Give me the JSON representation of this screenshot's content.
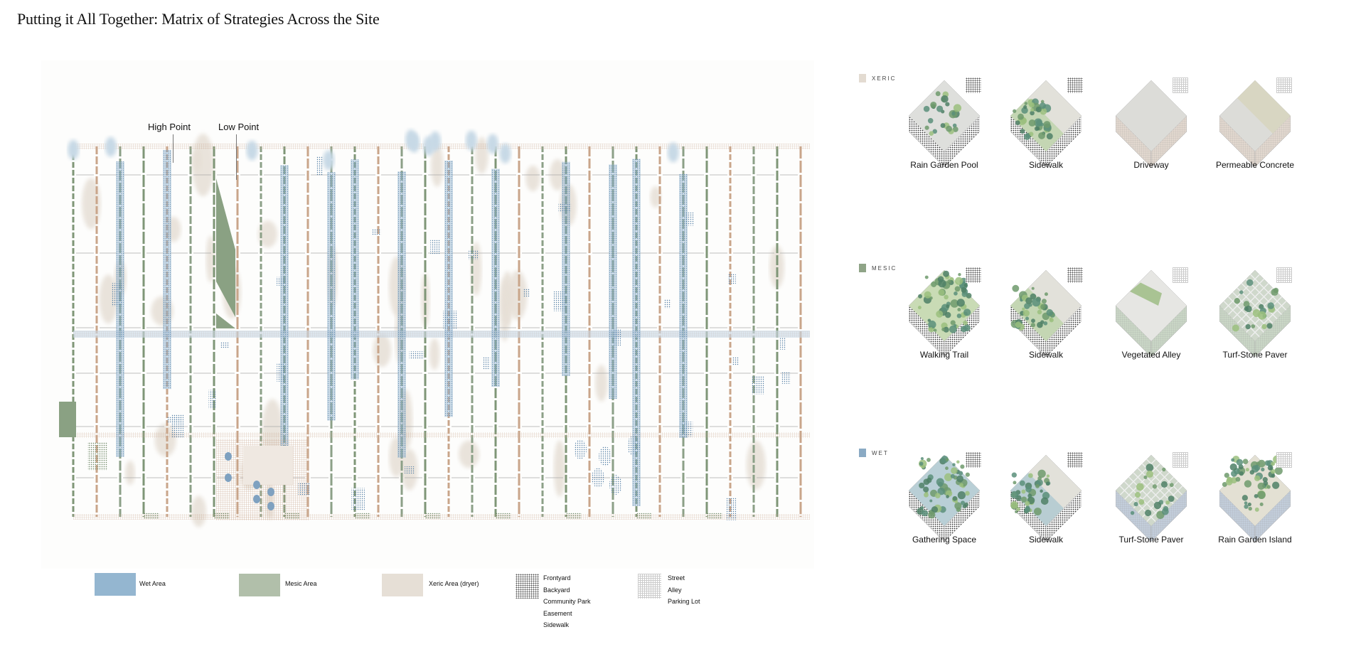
{
  "title": "Putting it All Together: Matrix of Strategies Across the Site",
  "map": {
    "callouts": [
      "High Point",
      "Low Point"
    ]
  },
  "legend": {
    "wet": "Wet Area",
    "mesic": "Mesic Area",
    "xeric": "Xeric Area (dryer)",
    "dotted_list": [
      "Frontyard",
      "Backyard",
      "Community Park",
      "Easement",
      "Sidewalk"
    ],
    "grid_list": [
      "Street",
      "Alley",
      "Parking Lot"
    ]
  },
  "colors": {
    "wet": "#94b6d0",
    "mesic": "#b1bfaa",
    "xeric": "#e6dfd6",
    "mesic_line": "#7f9677",
    "xeric_line": "#c9a58a",
    "street": "#9aa0a6"
  },
  "matrix": [
    {
      "label": "XERIC",
      "color": "#e3dbd1",
      "tiles": [
        {
          "name": "Rain Garden Pool",
          "pattern": "dots",
          "kind": "veg-gravel"
        },
        {
          "name": "Sidewalk",
          "pattern": "dots",
          "kind": "veg-half"
        },
        {
          "name": "Driveway",
          "pattern": "grid",
          "kind": "plain"
        },
        {
          "name": "Permeable Concrete",
          "pattern": "grid",
          "kind": "split"
        }
      ]
    },
    {
      "label": "MESIC",
      "color": "#8fa487",
      "tiles": [
        {
          "name": "Walking Trail",
          "pattern": "dots",
          "kind": "veg-full"
        },
        {
          "name": "Sidewalk",
          "pattern": "dots",
          "kind": "veg-half"
        },
        {
          "name": "Vegetated Alley",
          "pattern": "grid",
          "kind": "strip"
        },
        {
          "name": "Turf-Stone Paver",
          "pattern": "grid",
          "kind": "paver"
        }
      ]
    },
    {
      "label": "WET",
      "color": "#8aaac4",
      "tiles": [
        {
          "name": "Gathering Space",
          "pattern": "dots",
          "kind": "veg-full"
        },
        {
          "name": "Sidewalk",
          "pattern": "dots",
          "kind": "veg-half"
        },
        {
          "name": "Turf-Stone Paver",
          "pattern": "grid",
          "kind": "paver"
        },
        {
          "name": "Rain Garden Island",
          "pattern": "grid",
          "kind": "island"
        }
      ]
    }
  ]
}
